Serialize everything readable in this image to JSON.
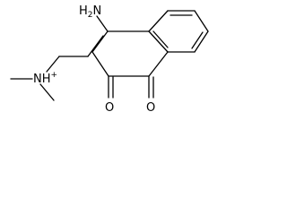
{
  "molecule": {
    "atoms": {
      "amine": {
        "symbol": "H",
        "subscript": "2",
        "tail": "N"
      },
      "ammonium": {
        "symbol": "NH",
        "superscript": "+"
      },
      "oxo_left": {
        "symbol": "O"
      },
      "oxo_right": {
        "symbol": "O"
      }
    }
  }
}
